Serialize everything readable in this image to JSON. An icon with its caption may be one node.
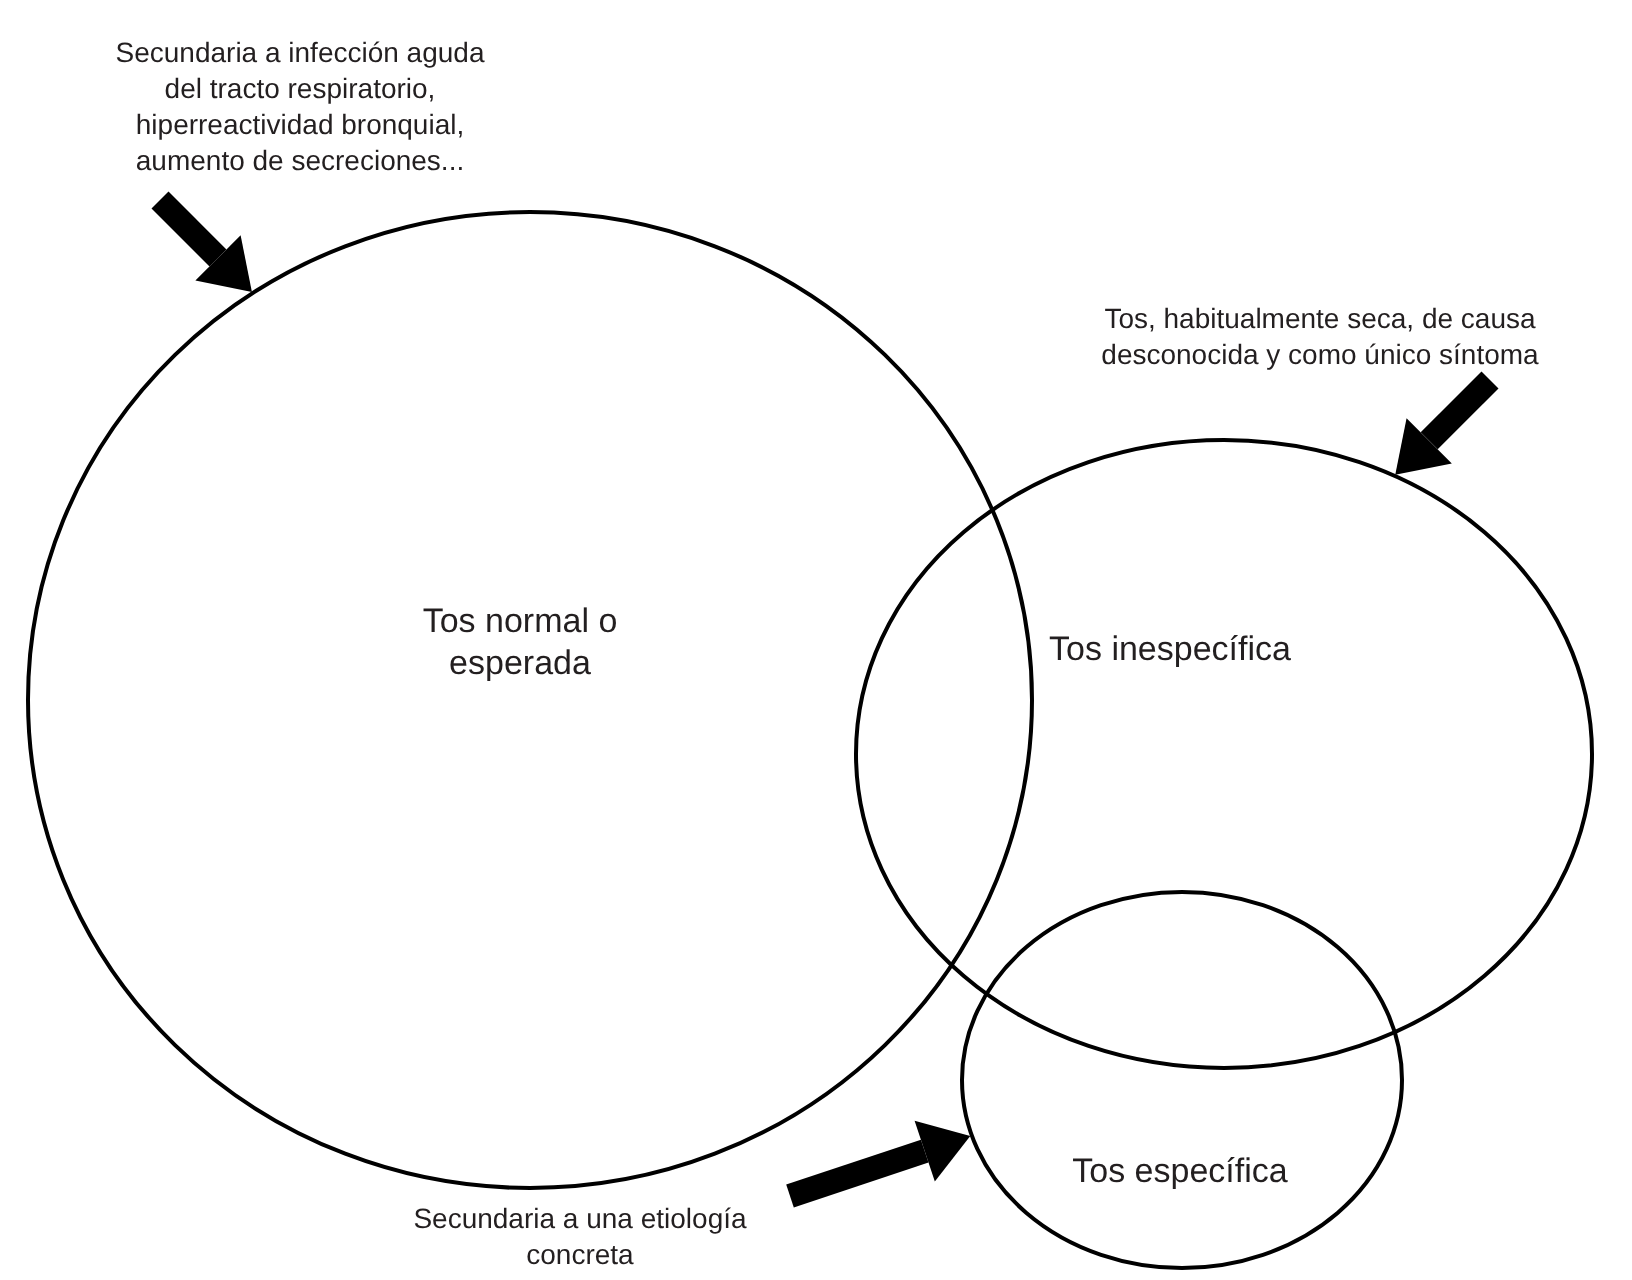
{
  "diagram": {
    "nodes": [
      {
        "text": [
          "Tos normal o esperada"
        ]
      },
      {
        "text": [
          "Tos inespecífica"
        ]
      },
      {
        "text": [
          "Tos específica"
        ]
      },
      {
        "text": [
          "Secundaria a infección aguda del tracto respiratorio, hiperreactividad bronquial, aumento de secreciones..."
        ]
      },
      {
        "text": [
          "Tos, habitualmente seca, de causa desconocida y como único síntoma"
        ]
      },
      {
        "text": [
          "Secundaria a una etiología concreta"
        ]
      }
    ],
    "edges": [
      {
        "from": 3,
        "to": 0,
        "arrow": "to"
      },
      {
        "from": 4,
        "to": 1,
        "arrow": "to"
      },
      {
        "from": 5,
        "to": 2,
        "arrow": "to"
      }
    ]
  }
}
